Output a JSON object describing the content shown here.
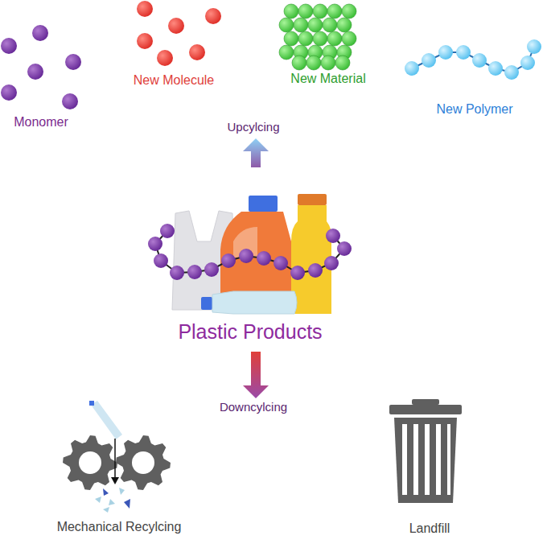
{
  "diagram": {
    "labels": [
      "Monomer",
      "New Molecule",
      "New Material",
      "New Polymer",
      "Upcylcing",
      "Plastic Products",
      "Downcylcing",
      "Mechanical Recylcing",
      "Landfill"
    ]
  }
}
